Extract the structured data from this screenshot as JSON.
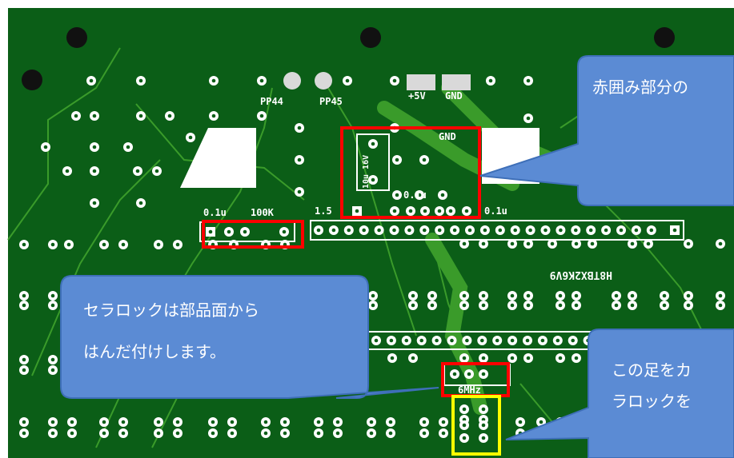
{
  "pcb": {
    "silkscreen": {
      "pp44": "PP44",
      "pp45": "PP45",
      "v5": "+5V",
      "gnd_top": "GND",
      "gnd_inner": "GND",
      "cap_value_left": "0.1u",
      "resistor_value": "100K",
      "label_1_5": "1.5",
      "cap_value_mid": "0.1u",
      "cap_value_right": "0.1u",
      "electrolytic": "10u 16V",
      "ic_label": "H8TBX2K6V9",
      "crystal": "6MHz"
    },
    "colors": {
      "board": "#0b5e17",
      "trace": "#3a9b2a",
      "silk": "#ffffff",
      "highlight_red": "#ff0000",
      "highlight_yellow": "#ffff00",
      "callout": "#5b8bd4"
    }
  },
  "callouts": {
    "top_right": "赤囲み部分の",
    "left_line1": "セラロックは部品面から",
    "left_line2": "はんだ付けします。",
    "bottom_right_line1": "この足をカ",
    "bottom_right_line2": "ラロックを"
  }
}
